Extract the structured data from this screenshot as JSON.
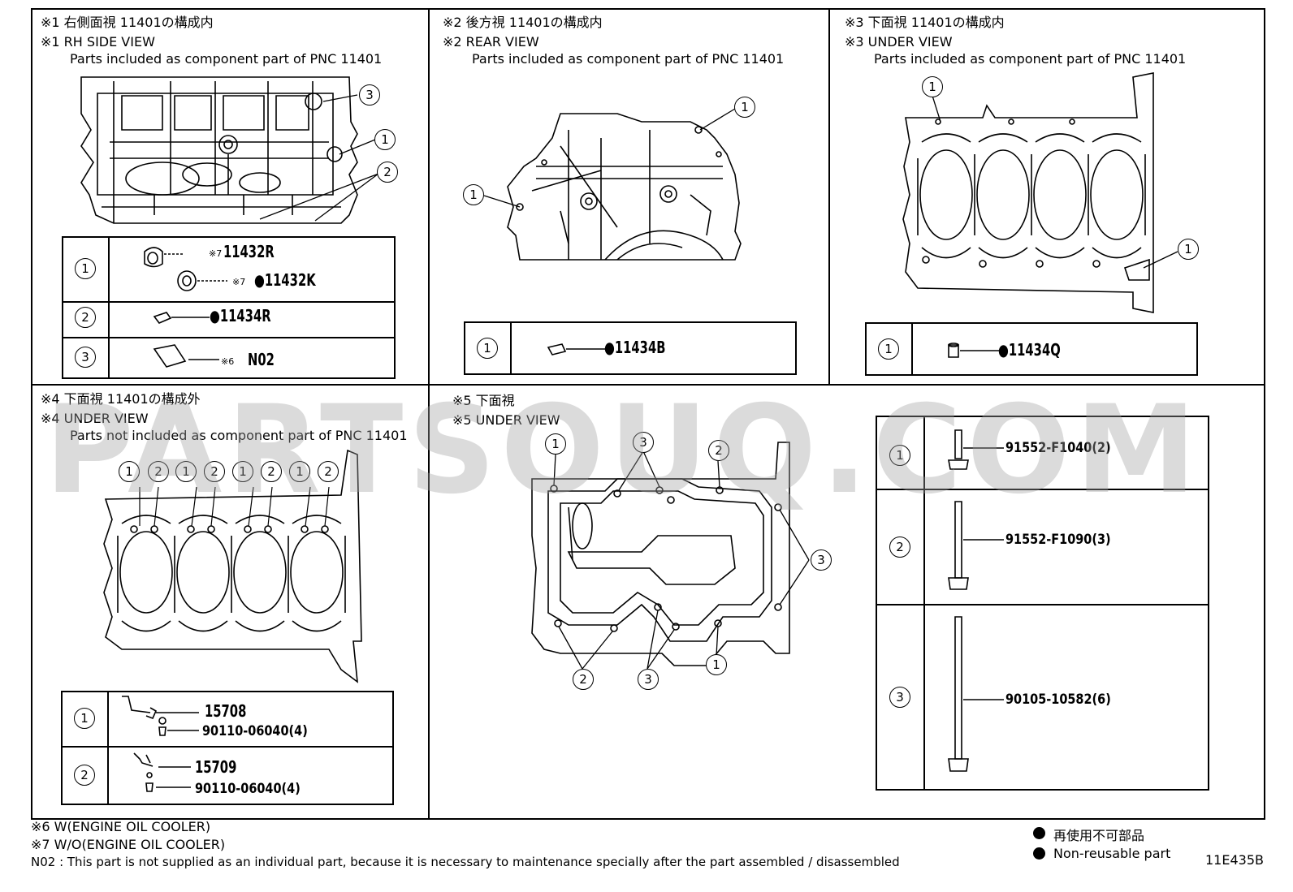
{
  "panels": {
    "p1": {
      "jp": "※1 右側面視 11401の構成内",
      "en": "※1 RH SIDE VIEW",
      "sub": "Parts included as component part of PNC 11401"
    },
    "p2": {
      "jp": "※2 後方視 11401の構成内",
      "en": "※2 REAR VIEW",
      "sub": "Parts included as component part of PNC 11401"
    },
    "p3": {
      "jp": "※3 下面視 11401の構成内",
      "en": "※3 UNDER VIEW",
      "sub": "Parts included as component part of PNC 11401"
    },
    "p4": {
      "jp": "※4 下面視 11401の構成外",
      "en": "※4 UNDER VIEW",
      "sub": "Parts not included as component part of PNC 11401"
    },
    "p5": {
      "jp": "※5 下面視",
      "en": "※5 UNDER VIEW"
    }
  },
  "tables": {
    "t1": {
      "rows": [
        {
          "num": "1",
          "parts": [
            {
              "note": "※7",
              "pn": "11432R"
            },
            {
              "note": "※7",
              "pn": "●11432K"
            }
          ]
        },
        {
          "num": "2",
          "parts": [
            {
              "pn": "●11434R"
            }
          ]
        },
        {
          "num": "3",
          "parts": [
            {
              "note": "※6",
              "pn": "N02"
            }
          ]
        }
      ]
    },
    "t2": {
      "rows": [
        {
          "num": "1",
          "pn": "●11434B"
        }
      ]
    },
    "t3": {
      "rows": [
        {
          "num": "1",
          "pn": "●11434Q"
        }
      ]
    },
    "t4": {
      "rows": [
        {
          "num": "1",
          "pn": "15708",
          "bolt": "90110-06040(4)"
        },
        {
          "num": "2",
          "pn": "15709",
          "bolt": "90110-06040(4)"
        }
      ]
    },
    "t5": {
      "rows": [
        {
          "num": "1",
          "pn": "91552-F1040(2)"
        },
        {
          "num": "2",
          "pn": "91552-F1090(3)"
        },
        {
          "num": "3",
          "pn": "90105-10582(6)"
        }
      ]
    }
  },
  "callouts": [
    "1",
    "2",
    "3"
  ],
  "footer": {
    "note6": "※6 W(ENGINE OIL COOLER)",
    "note7": "※7 W/O(ENGINE OIL COOLER)",
    "n02": "N02 : This part is not supplied as an individual part, because it is necessary to maintenance specially after the part assembled / disassembled",
    "legend_jp": "再使用不可部品",
    "legend_en": "Non-reusable part",
    "code": "11E435B"
  },
  "watermark": "PARTSOUQ.COM"
}
